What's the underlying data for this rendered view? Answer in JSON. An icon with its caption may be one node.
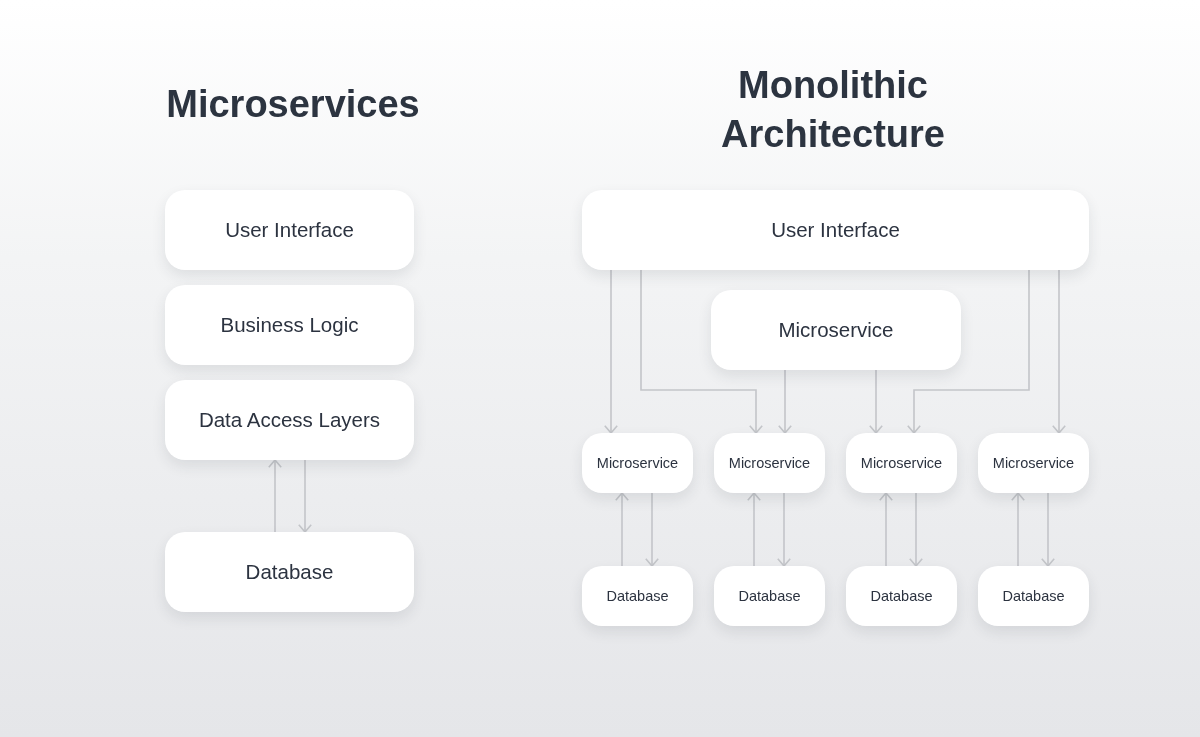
{
  "diagram": {
    "nodes": [
      {
        "text": [
          "User Interface"
        ]
      },
      {
        "text": [
          "Business Logic"
        ]
      },
      {
        "text": [
          "Data Access Layers"
        ]
      },
      {
        "text": [
          "Database"
        ]
      },
      {
        "text": [
          "User Interface"
        ]
      },
      {
        "text": [
          "Microservice"
        ]
      },
      {
        "text": [
          "Microservice"
        ]
      },
      {
        "text": [
          "Microservice"
        ]
      },
      {
        "text": [
          "Microservice"
        ]
      },
      {
        "text": [
          "Microservice"
        ]
      },
      {
        "text": [
          "Database"
        ]
      },
      {
        "text": [
          "Database"
        ]
      },
      {
        "text": [
          "Database"
        ]
      },
      {
        "text": [
          "Database"
        ]
      }
    ],
    "edges": [
      {
        "from": 3,
        "to": 2,
        "arrow": "to"
      },
      {
        "from": 2,
        "to": 3,
        "arrow": "to"
      },
      {
        "from": 4,
        "to": 6,
        "arrow": "to"
      },
      {
        "from": 4,
        "to": 7,
        "arrow": "to"
      },
      {
        "from": 5,
        "to": 7,
        "arrow": "to"
      },
      {
        "from": 5,
        "to": 8,
        "arrow": "to"
      },
      {
        "from": 4,
        "to": 8,
        "arrow": "to"
      },
      {
        "from": 4,
        "to": 9,
        "arrow": "to"
      },
      {
        "from": 10,
        "to": 6,
        "arrow": "to"
      },
      {
        "from": 6,
        "to": 10,
        "arrow": "to"
      },
      {
        "from": 11,
        "to": 7,
        "arrow": "to"
      },
      {
        "from": 7,
        "to": 11,
        "arrow": "to"
      },
      {
        "from": 12,
        "to": 8,
        "arrow": "to"
      },
      {
        "from": 8,
        "to": 12,
        "arrow": "to"
      },
      {
        "from": 13,
        "to": 9,
        "arrow": "to"
      },
      {
        "from": 9,
        "to": 13,
        "arrow": "to"
      }
    ],
    "labels": [
      "Microservices",
      "Monolithic Architecture"
    ]
  }
}
